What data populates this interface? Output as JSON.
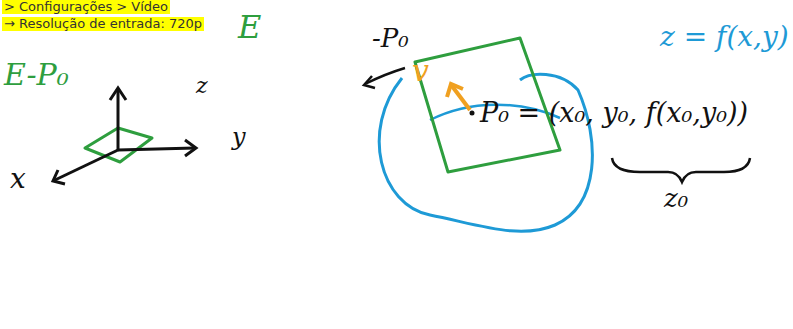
{
  "diagram": {
    "labels": [
      "> Configurações > Vídeo",
      "→ Resolução de entrada: 720p",
      "E",
      "z = f(x,y)",
      "-P₀",
      "E-P₀",
      "z",
      "y",
      "x",
      "v",
      "P₀ = (x₀, y₀, f(x₀,y₀))",
      "z₀"
    ]
  }
}
